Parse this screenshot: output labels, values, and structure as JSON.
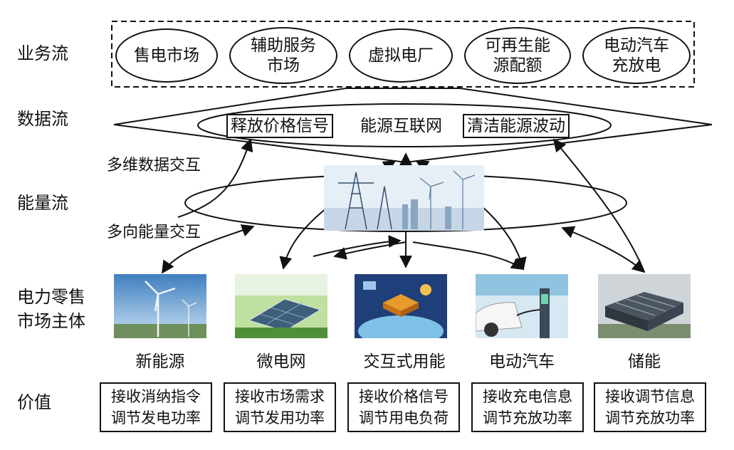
{
  "rows": {
    "business": "业务流",
    "data": "数据流",
    "energy": "能量流",
    "retail_line1": "电力零售",
    "retail_line2": "市场主体",
    "value": "价值"
  },
  "business_items": [
    "售电市场",
    "辅助服务\n市场",
    "虚拟电厂",
    "可再生能\n源配额",
    "电动汽车\n充放电"
  ],
  "data_flow": {
    "left_box": "释放价格信号",
    "center": "能源互联网",
    "right_box": "清洁能源波动"
  },
  "annotations": {
    "multi_data": "多维数据交互",
    "multi_energy": "多向能量交互"
  },
  "entities": [
    {
      "name": "新能源",
      "value1": "接收消纳指令",
      "value2": "调节发电功率"
    },
    {
      "name": "微电网",
      "value1": "接收市场需求",
      "value2": "调节发用功率"
    },
    {
      "name": "交互式用能",
      "value1": "接收价格信号",
      "value2": "调节用电负荷"
    },
    {
      "name": "电动汽车",
      "value1": "接收充电信息",
      "value2": "调节充放功率"
    },
    {
      "name": "储能",
      "value1": "接收调节信息",
      "value2": "调节充放功率"
    }
  ],
  "icons": [
    "wind-turbine-photo",
    "microgrid-photo",
    "interactive-energy-photo",
    "ev-charging-photo",
    "energy-storage-photo",
    "power-tower-photo"
  ]
}
